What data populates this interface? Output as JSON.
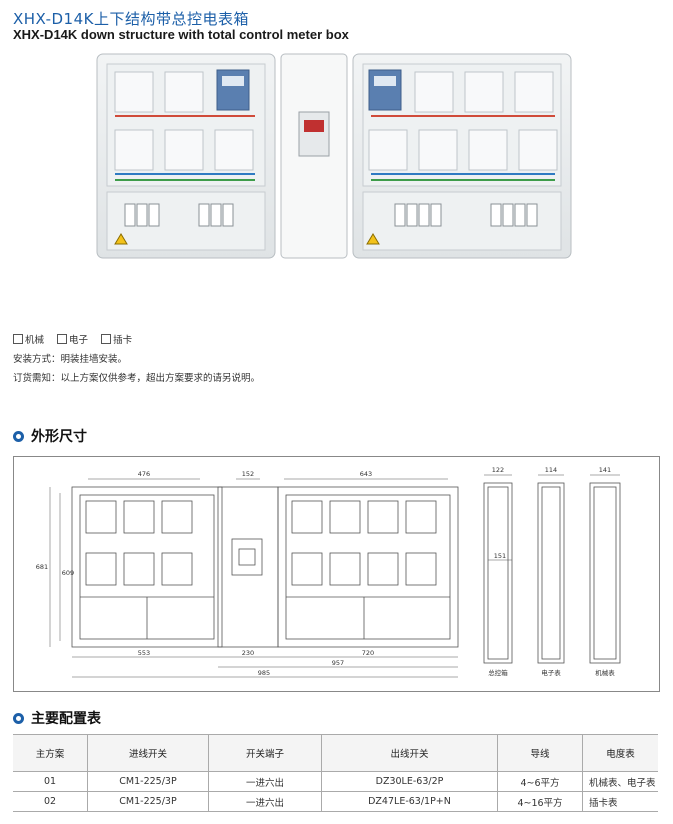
{
  "title_cn": "XHX-D14K上下结构带总控电表箱",
  "title_en": "XHX-D14K down structure with total control meter box",
  "options": [
    "机械",
    "电子",
    "插卡"
  ],
  "install": "安装方式：明装挂墙安装。",
  "order": "订货需知：以上方案仅供参考，超出方案要求的请另说明。",
  "sec1": "外形尺寸",
  "sec2": "主要配置表",
  "dims": {
    "w476": "476",
    "w152": "152",
    "w643": "643",
    "h681": "681",
    "h609": "609",
    "w553": "553",
    "w230": "230",
    "w720": "720",
    "w957": "957",
    "w985": "985",
    "w151": "151",
    "s122": "122",
    "s114": "114",
    "s141": "141",
    "lbl1": "总控箱",
    "lbl2": "电子表",
    "lbl3": "机械表"
  },
  "table": {
    "headers": [
      "主方案",
      "进线开关",
      "开关端子",
      "出线开关",
      "导线",
      "电度表"
    ],
    "rows": [
      [
        "01",
        "CM1-225/3P",
        "一进六出",
        "DZ30LE-63/2P",
        "4~6平方",
        "机械表、电子表"
      ],
      [
        "02",
        "CM1-225/3P",
        "一进六出",
        "DZ47LE-63/1P+N",
        "4~16平方",
        "插卡表"
      ]
    ]
  },
  "colors": {
    "accent": "#1c5fa8"
  }
}
